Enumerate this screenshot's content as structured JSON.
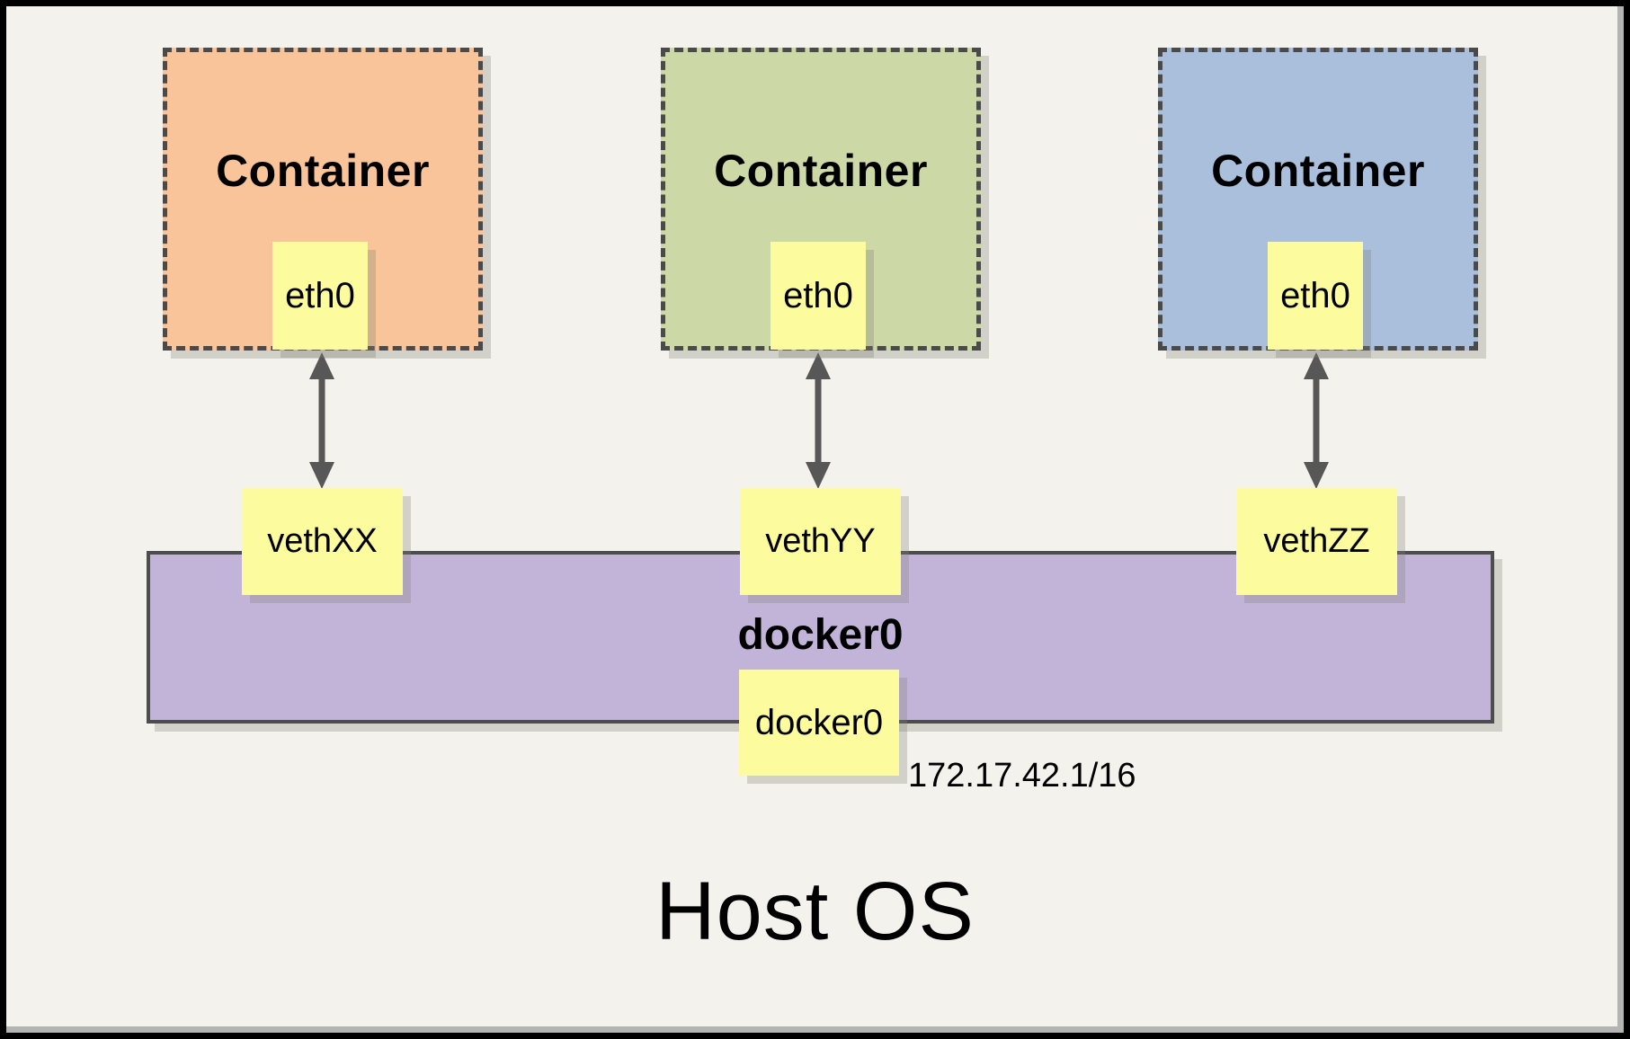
{
  "diagram": {
    "containers": [
      {
        "label": "Container",
        "eth_label": "eth0",
        "veth_label": "vethXX",
        "fill": "#f9c499"
      },
      {
        "label": "Container",
        "eth_label": "eth0",
        "veth_label": "vethYY",
        "fill": "#ccd8a5"
      },
      {
        "label": "Container",
        "eth_label": "eth0",
        "veth_label": "vethZZ",
        "fill": "#aabfdc"
      }
    ],
    "bridge": {
      "label": "docker0",
      "interface_label": "docker0",
      "ip": "172.17.42.1/16",
      "fill": "#c2b4d8"
    },
    "host_label": "Host OS",
    "colors": {
      "canvas_background": "#f4f2ec",
      "node_yellow": "#fcfc9e",
      "dashed_border": "#4a4a4a",
      "arrow": "#575757",
      "frame_border": "#000000"
    }
  }
}
